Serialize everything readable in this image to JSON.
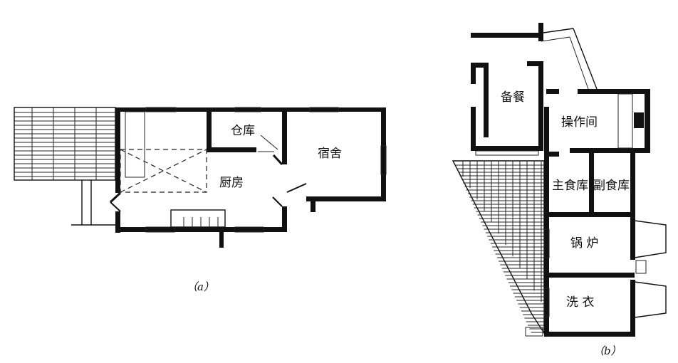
{
  "plans": [
    {
      "caption": "（a）",
      "rooms": {
        "storage": "仓库",
        "kitchen": "厨房",
        "dormitory": "宿舍"
      }
    },
    {
      "caption": "（b）",
      "rooms": {
        "pantry": "备餐",
        "operation": "操作间",
        "staple_store": "主食库",
        "side_store": "副食库",
        "boiler": "锅 炉",
        "laundry": "洗 衣"
      }
    }
  ]
}
